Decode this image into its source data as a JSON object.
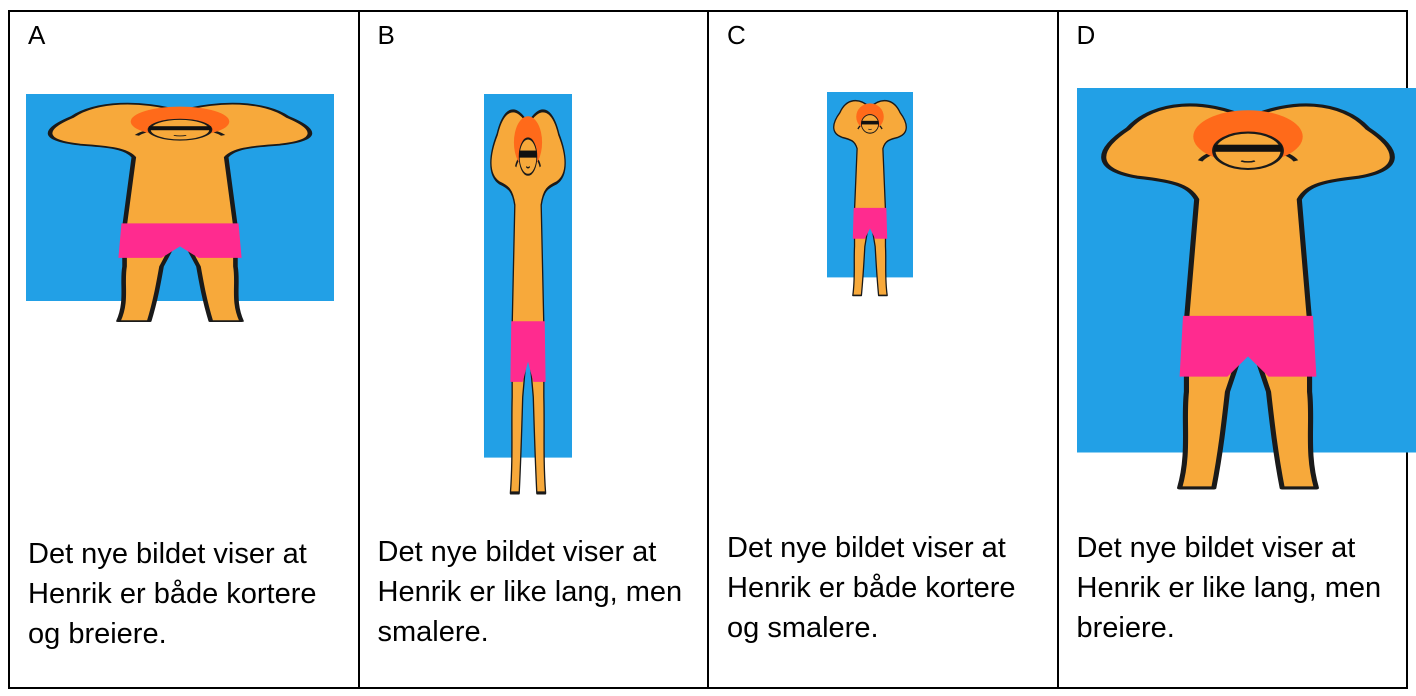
{
  "options": [
    {
      "letter": "A",
      "caption": "Det nye bildet viser at Henrik er både kortere og breiere."
    },
    {
      "letter": "B",
      "caption": "Det nye bildet viser at Henrik er like lang, men smalere."
    },
    {
      "letter": "C",
      "caption": "Det nye bildet viser at Henrik er både kortere og smalere."
    },
    {
      "letter": "D",
      "caption": "Det nye bildet viser at Henrik er like lang, men breiere."
    }
  ],
  "colors": {
    "pool": "#22a0e6",
    "skin": "#f7a93b",
    "shorts": "#ff2b8f",
    "hair": "#ff6a1a"
  }
}
